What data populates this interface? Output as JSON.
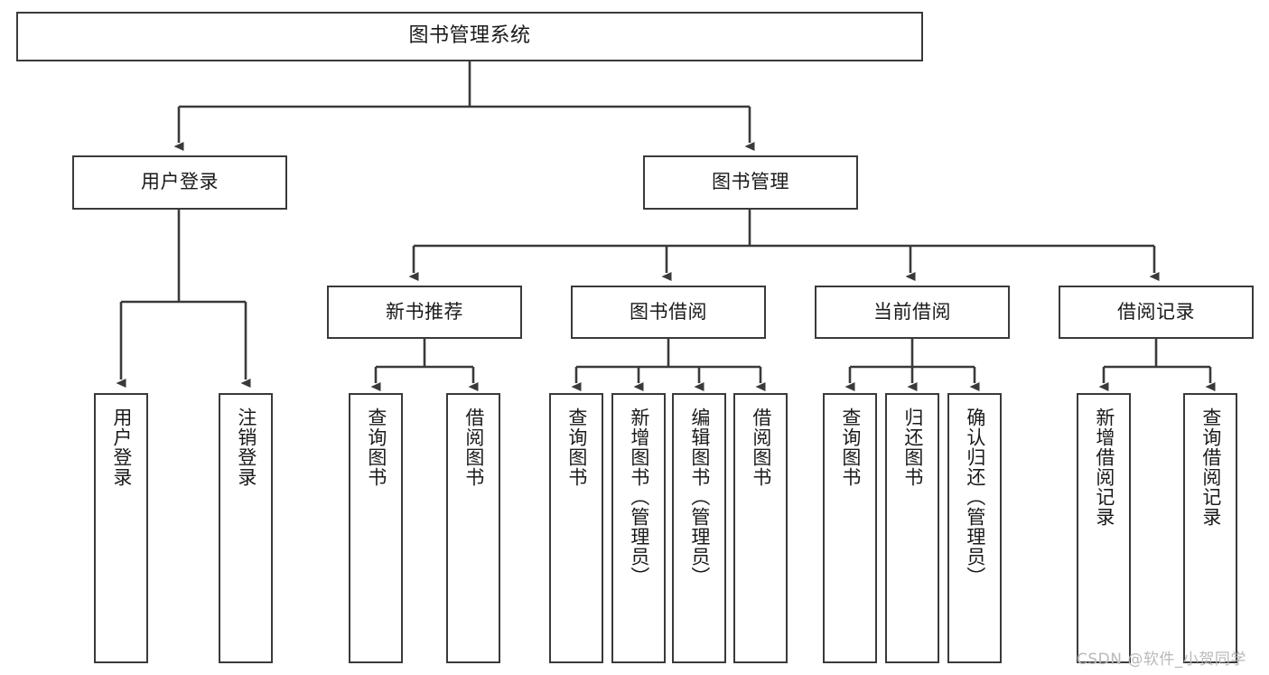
{
  "diagram": {
    "title": "图书管理系统",
    "type": "tree-hierarchy-chart",
    "background_color": "#ffffff",
    "line_color": "#3a3a3a",
    "text_color": "#1a1a1a"
  },
  "nodes": {
    "root": {
      "label": "图书管理系统"
    },
    "level2": [
      {
        "id": "user-login",
        "label": "用户登录"
      },
      {
        "id": "book-manage",
        "label": "图书管理"
      }
    ],
    "level3": [
      {
        "id": "new-book-recommend",
        "label": "新书推荐"
      },
      {
        "id": "book-borrow",
        "label": "图书借阅"
      },
      {
        "id": "current-borrow",
        "label": "当前借阅"
      },
      {
        "id": "borrow-record",
        "label": "借阅记录"
      }
    ],
    "leaves": {
      "user-login": [
        {
          "id": "leaf-user-login",
          "label": "用户登录"
        },
        {
          "id": "leaf-logout-login",
          "label": "注销登录"
        }
      ],
      "new-book-recommend": [
        {
          "id": "leaf-query-book-1",
          "label": "查询图书"
        },
        {
          "id": "leaf-borrow-book-1",
          "label": "借阅图书"
        }
      ],
      "book-borrow": [
        {
          "id": "leaf-query-book-2",
          "label": "查询图书"
        },
        {
          "id": "leaf-add-book",
          "label": "新增图书（管理员）"
        },
        {
          "id": "leaf-edit-book",
          "label": "编辑图书（管理员）"
        },
        {
          "id": "leaf-borrow-book-2",
          "label": "借阅图书"
        }
      ],
      "current-borrow": [
        {
          "id": "leaf-query-book-3",
          "label": "查询图书"
        },
        {
          "id": "leaf-return-book",
          "label": "归还图书"
        },
        {
          "id": "leaf-confirm-return",
          "label": "确认归还（管理员）"
        }
      ],
      "borrow-record": [
        {
          "id": "leaf-add-record",
          "label": "新增借阅记录"
        },
        {
          "id": "leaf-query-record",
          "label": "查询借阅记录"
        }
      ]
    }
  },
  "watermark": {
    "text": "CSDN @软件_小贺同学"
  }
}
